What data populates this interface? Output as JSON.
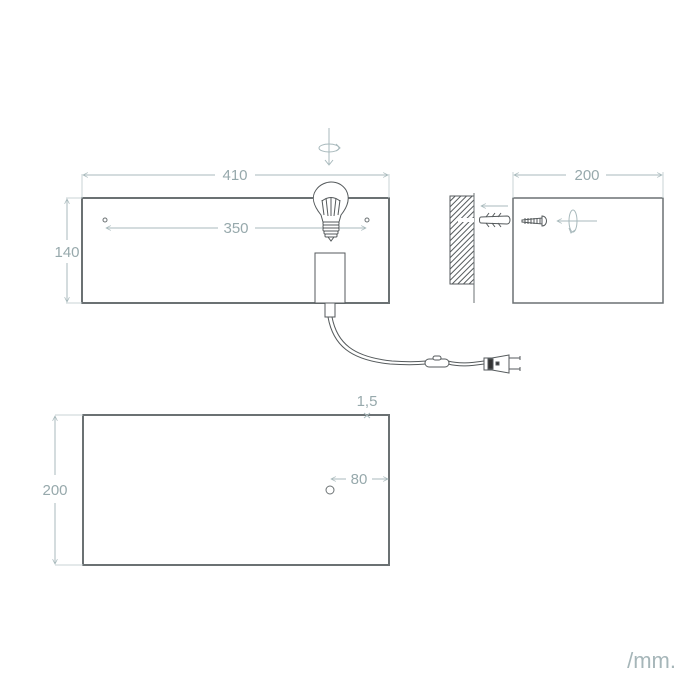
{
  "diagram": {
    "unit_label": "/mm.",
    "colors": {
      "outline": "#6b7173",
      "dimension": "#a8b9bc",
      "dimension_text": "#97a9ac",
      "hatch": "#555a5c"
    },
    "front_view": {
      "width_label": "410",
      "height_label": "140",
      "hole_spacing_label": "350",
      "rotation_icon": "rotate-arrow-icon",
      "bulb_icon": "light-bulb-icon",
      "socket": "lamp-socket",
      "cable": "power-cable",
      "switch": "inline-switch-icon",
      "plug": "power-plug-icon"
    },
    "side_view": {
      "depth_label": "200",
      "wall": "hatched-wall",
      "anchor_icon": "wall-plug-anchor-icon",
      "screw_icon": "screw-icon",
      "rotation_icon": "screwing-rotation-icon"
    },
    "top_view": {
      "depth_label": "200",
      "thickness_label": "1,5",
      "hole_offset_label": "80"
    }
  }
}
